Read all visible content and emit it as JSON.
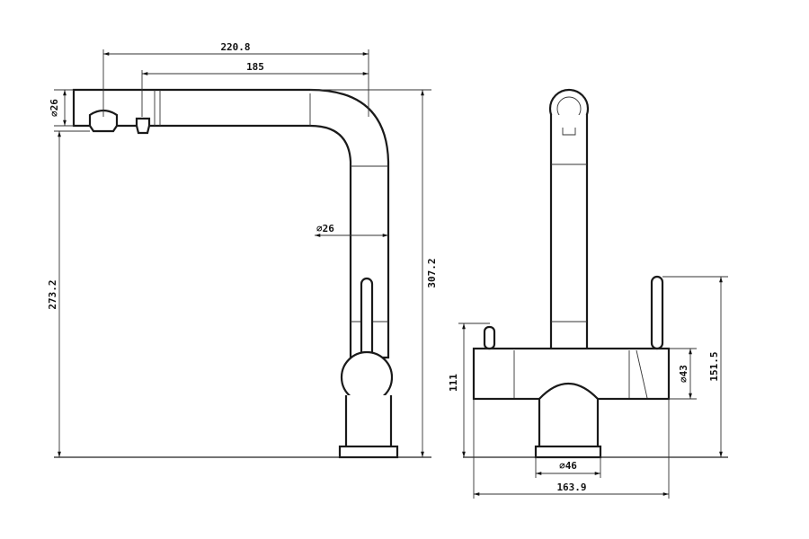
{
  "dimensions": {
    "side_total_length": "220.8",
    "side_spout_length": "185",
    "side_spout_dia": "26",
    "side_neck_dia": "26",
    "side_height_outlet": "273.2",
    "side_total_height": "307.2",
    "front_height_body": "111",
    "front_body_dia": "43",
    "front_total_height": "151.5",
    "front_base_dia": "46",
    "front_total_width": "163.9"
  },
  "symbols": {
    "diameter": "∅"
  }
}
